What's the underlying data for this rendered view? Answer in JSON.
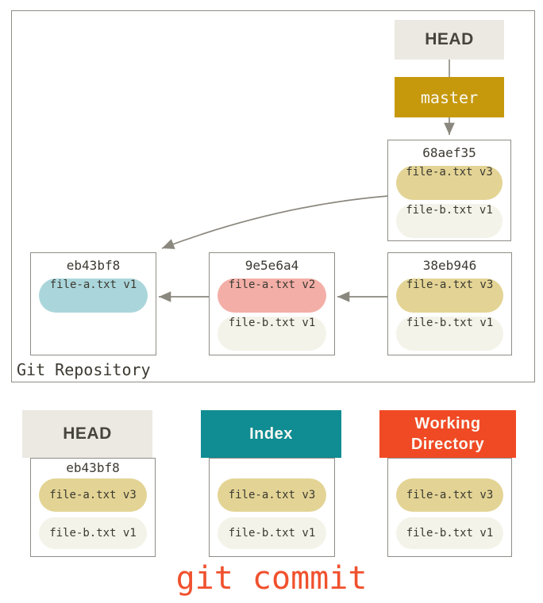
{
  "repo": {
    "label": "Git Repository",
    "head_ref": "HEAD",
    "branch": "master",
    "commit_top": {
      "hash": "68aef35",
      "file_a": "file-a.txt v3",
      "file_b": "file-b.txt v1"
    },
    "commit_left": {
      "hash": "eb43bf8",
      "file_a": "file-a.txt v1"
    },
    "commit_mid": {
      "hash": "9e5e6a4",
      "file_a": "file-a.txt v2",
      "file_b": "file-b.txt v1"
    },
    "commit_right": {
      "hash": "38eb946",
      "file_a": "file-a.txt v3",
      "file_b": "file-b.txt v1"
    }
  },
  "trees": {
    "head": {
      "title": "HEAD",
      "hash": "eb43bf8",
      "file_a": "file-a.txt v3",
      "file_b": "file-b.txt v1"
    },
    "index": {
      "title": "Index",
      "file_a": "file-a.txt v3",
      "file_b": "file-b.txt v1"
    },
    "workdir": {
      "title": "Working Directory",
      "file_a": "file-a.txt v3",
      "file_b": "file-b.txt v1"
    }
  },
  "caption": "git commit",
  "colors": {
    "branch_gold": "#C6990D",
    "index_teal": "#108C93",
    "workdir_red": "#F04A25",
    "caption_red": "#F0512E",
    "pill_tan": "#E3D495",
    "pill_beige": "#F4F3E9",
    "pill_blue": "#AAD6DB",
    "pill_pink": "#F3AFA7",
    "header_beige": "#EBE9E1",
    "border_gray": "#8F8D87",
    "arrow_gray": "#8A887E",
    "text_dark": "#3B3931"
  }
}
